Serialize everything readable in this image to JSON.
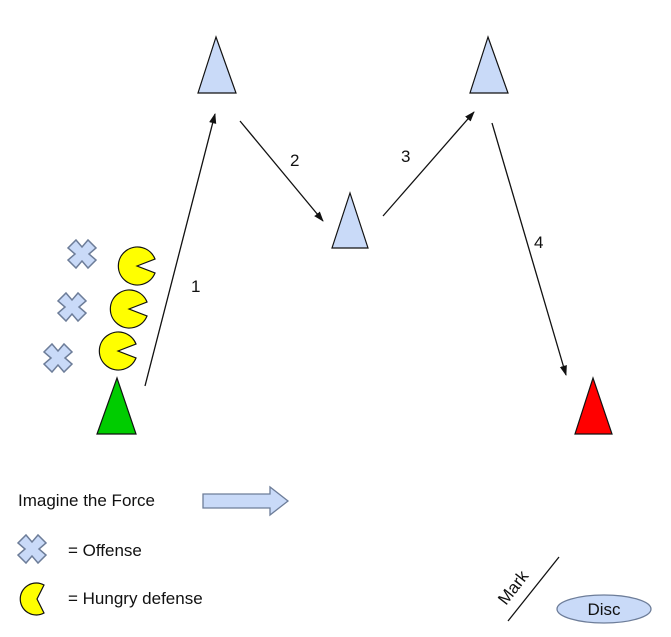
{
  "diagram": {
    "path_labels": [
      "1",
      "2",
      "3",
      "4"
    ],
    "legend": {
      "force_label": "Imagine the Force",
      "offense_label": "= Offense",
      "defense_label": "= Hungry defense"
    },
    "mark_label": "Mark",
    "disc_label": "Disc",
    "colors": {
      "cone": "#c9daf8",
      "start_cone": "#00cc00",
      "end_cone": "#ff0000",
      "defender": "#ffff00",
      "outline": "#000000",
      "offense_fill": "#c9daf8",
      "offense_stroke": "#6d7d99"
    },
    "icons": [
      "cone-icon",
      "offense-x-icon",
      "hungry-defense-icon",
      "arrow-icon",
      "disc-icon"
    ]
  }
}
